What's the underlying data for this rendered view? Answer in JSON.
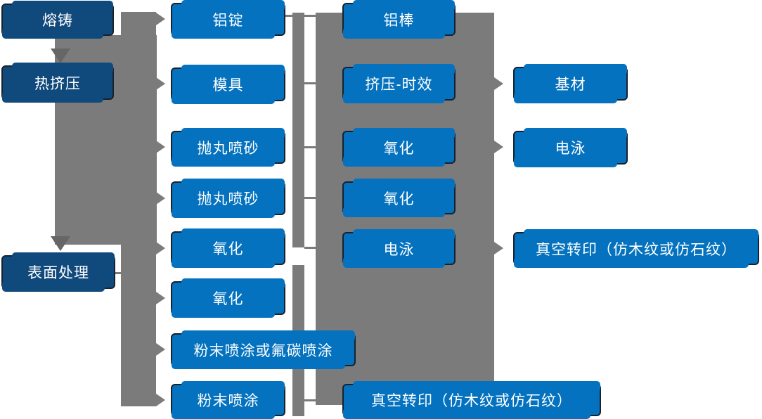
{
  "diagram_title": "aluminium-profile-process-flow",
  "palette": {
    "bright_blue": "#0472be",
    "dark_navy": "#10497c",
    "box_border": "#18222e",
    "connector_gray": "#7b7b7b",
    "down_arrow_gray": "#666666",
    "text_color": "#ffffff"
  },
  "nodes": [
    {
      "id": "rongzhu",
      "label": "熔铸",
      "column": 1,
      "style": "dark"
    },
    {
      "id": "rejiya",
      "label": "热挤压",
      "column": 1,
      "style": "dark"
    },
    {
      "id": "biaomianchuli",
      "label": "表面处理",
      "column": 1,
      "style": "dark"
    },
    {
      "id": "lvding",
      "label": "铝锭",
      "column": 2,
      "style": "bright"
    },
    {
      "id": "moju",
      "label": "模具",
      "column": 2,
      "style": "bright"
    },
    {
      "id": "paowan-1",
      "label": "抛丸喷砂",
      "column": 2,
      "style": "bright"
    },
    {
      "id": "paowan-2",
      "label": "抛丸喷砂",
      "column": 2,
      "style": "bright"
    },
    {
      "id": "yanghua-c2-1",
      "label": "氧化",
      "column": 2,
      "style": "bright"
    },
    {
      "id": "yanghua-c2-2",
      "label": "氧化",
      "column": 2,
      "style": "bright"
    },
    {
      "id": "fenmo-futan",
      "label": "粉末喷涂或氟碳喷涂",
      "column": 2,
      "style": "bright"
    },
    {
      "id": "fenmo",
      "label": "粉末喷涂",
      "column": 2,
      "style": "bright"
    },
    {
      "id": "lvbang",
      "label": "铝棒",
      "column": 3,
      "style": "bright"
    },
    {
      "id": "jiya-shixiao",
      "label": "挤压-时效",
      "column": 3,
      "style": "bright"
    },
    {
      "id": "yanghua-c3-1",
      "label": "氧化",
      "column": 3,
      "style": "bright"
    },
    {
      "id": "yanghua-c3-2",
      "label": "氧化",
      "column": 3,
      "style": "bright"
    },
    {
      "id": "dianyong-c3",
      "label": "电泳",
      "column": 3,
      "style": "bright"
    },
    {
      "id": "zhenkong-c3",
      "label": "真空转印（仿木纹或仿石纹）",
      "column": 3,
      "style": "bright"
    },
    {
      "id": "jicai",
      "label": "基材",
      "column": 4,
      "style": "bright"
    },
    {
      "id": "dianyong-c4",
      "label": "电泳",
      "column": 4,
      "style": "bright"
    },
    {
      "id": "zhenkong-c4",
      "label": "真空转印（仿木纹或仿石纹）",
      "column": 4,
      "style": "bright"
    }
  ]
}
